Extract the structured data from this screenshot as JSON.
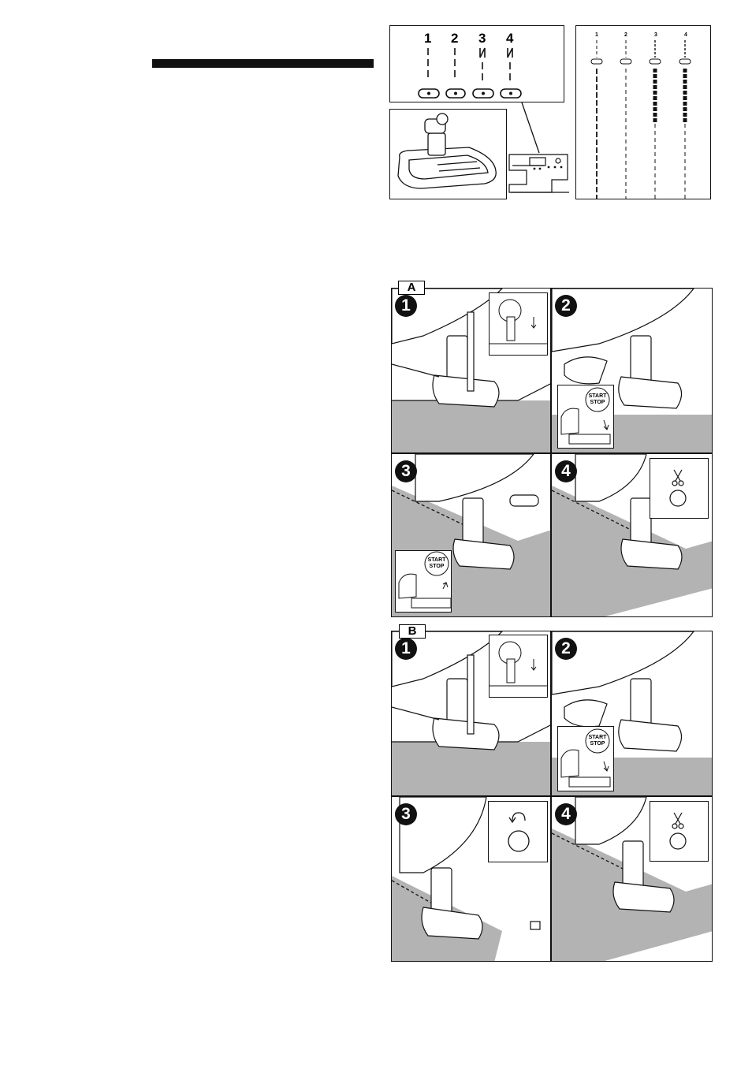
{
  "stitch_selector": {
    "numbers": [
      "1",
      "2",
      "3",
      "4"
    ]
  },
  "stitch_chart": {
    "numbers": [
      "1",
      "2",
      "3",
      "4"
    ]
  },
  "sections": {
    "a": {
      "label": "A",
      "steps": [
        "1",
        "2",
        "3",
        "4"
      ],
      "button_label_line1": "START",
      "button_label_line2": "STOP"
    },
    "b": {
      "label": "B",
      "steps": [
        "1",
        "2",
        "3",
        "4"
      ],
      "button_label_line1": "START",
      "button_label_line2": "STOP"
    }
  },
  "icons": {
    "scissors": "scissors-icon",
    "reverse": "reverse-stitch-icon"
  }
}
